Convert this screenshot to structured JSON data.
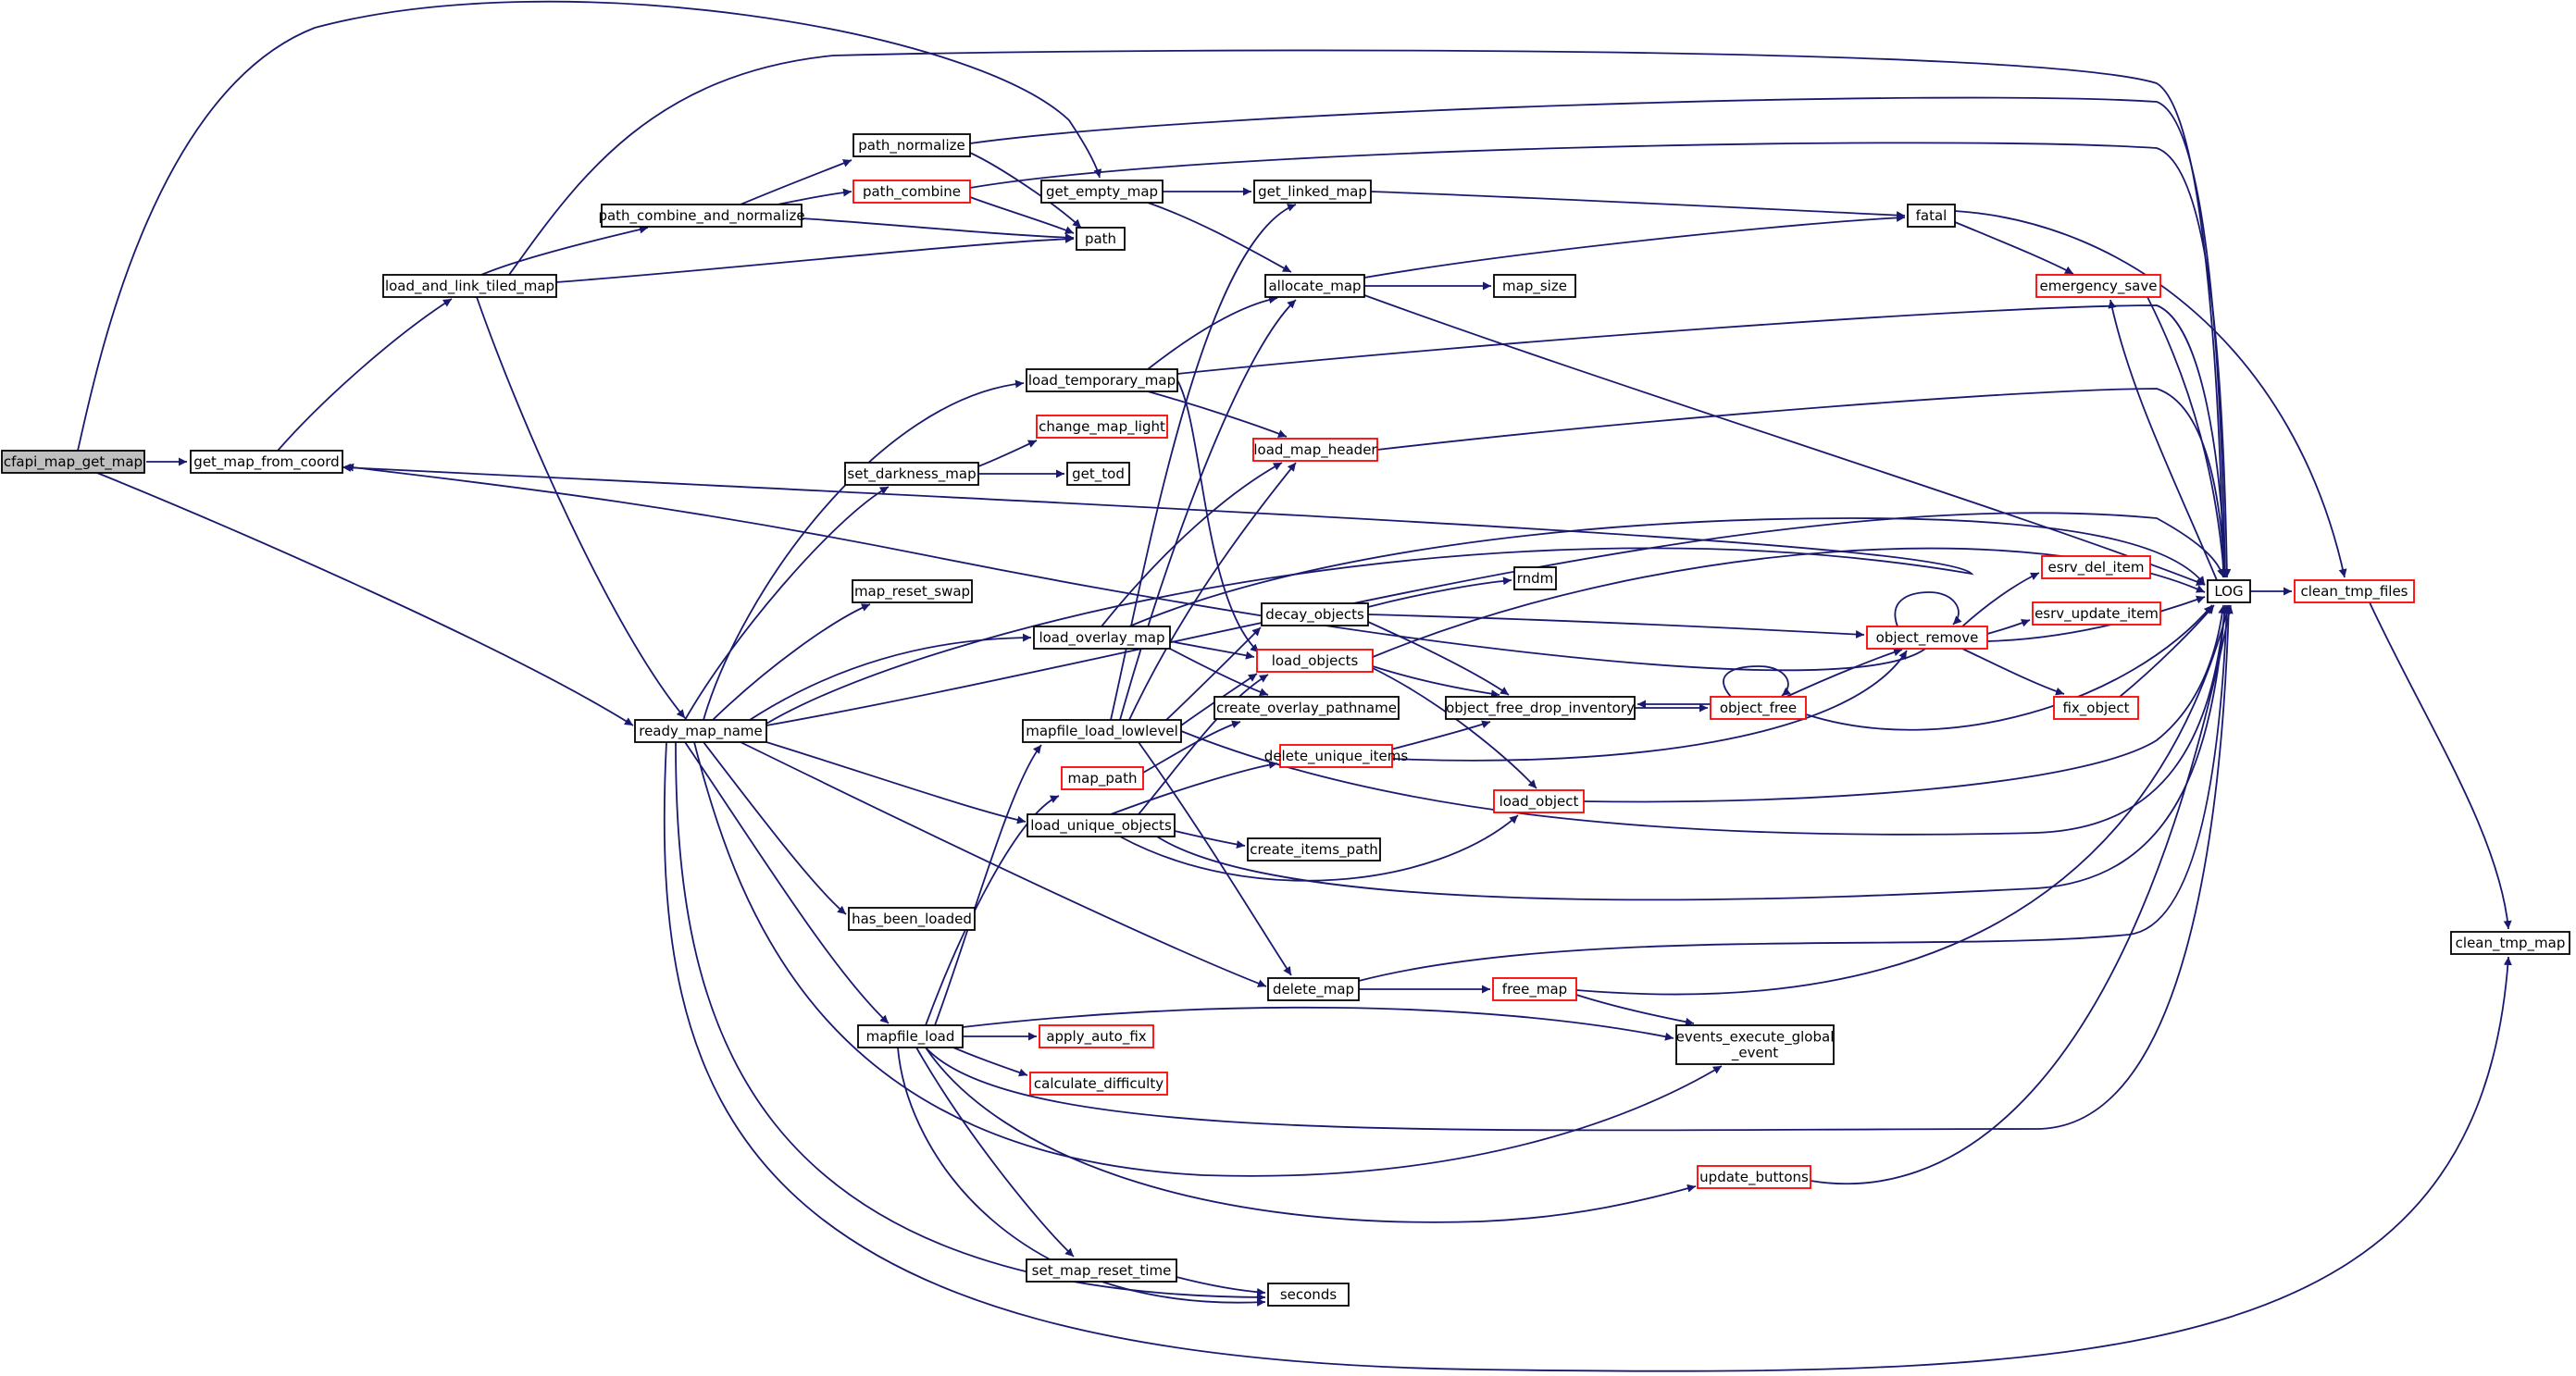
{
  "colors": {
    "edge": "#191970",
    "text": "#000000",
    "normal_border": "#000000",
    "truncated_border": "#ff0000",
    "root_fill": "#bfbfbf",
    "node_fill": "#ffffff"
  },
  "nodes": [
    {
      "id": "cfapi",
      "label": "cfapi_map_get_map",
      "kind": "root"
    },
    {
      "id": "gmfc",
      "label": "get_map_from_coord",
      "kind": "normal"
    },
    {
      "id": "lltm",
      "label": "load_and_link_tiled_map",
      "kind": "normal"
    },
    {
      "id": "pcan",
      "label": "path_combine_and_normalize",
      "kind": "normal"
    },
    {
      "id": "pnorm",
      "label": "path_normalize",
      "kind": "normal"
    },
    {
      "id": "pcomb",
      "label": "path_combine",
      "kind": "truncated"
    },
    {
      "id": "path",
      "label": "path",
      "kind": "normal"
    },
    {
      "id": "gem",
      "label": "get_empty_map",
      "kind": "normal"
    },
    {
      "id": "glm",
      "label": "get_linked_map",
      "kind": "normal"
    },
    {
      "id": "alloc",
      "label": "allocate_map",
      "kind": "normal"
    },
    {
      "id": "msize",
      "label": "map_size",
      "kind": "normal"
    },
    {
      "id": "fatal",
      "label": "fatal",
      "kind": "normal"
    },
    {
      "id": "esave",
      "label": "emergency_save",
      "kind": "truncated"
    },
    {
      "id": "ltm",
      "label": "load_temporary_map",
      "kind": "normal"
    },
    {
      "id": "cml",
      "label": "change_map_light",
      "kind": "truncated"
    },
    {
      "id": "lmh",
      "label": "load_map_header",
      "kind": "truncated"
    },
    {
      "id": "sdm",
      "label": "set_darkness_map",
      "kind": "normal"
    },
    {
      "id": "gtod",
      "label": "get_tod",
      "kind": "normal"
    },
    {
      "id": "rmn",
      "label": "ready_map_name",
      "kind": "normal"
    },
    {
      "id": "mrs",
      "label": "map_reset_swap",
      "kind": "normal"
    },
    {
      "id": "lom",
      "label": "load_overlay_map",
      "kind": "normal"
    },
    {
      "id": "decay",
      "label": "decay_objects",
      "kind": "normal"
    },
    {
      "id": "rndm",
      "label": "rndm",
      "kind": "normal"
    },
    {
      "id": "lobjs",
      "label": "load_objects",
      "kind": "truncated"
    },
    {
      "id": "cop",
      "label": "create_overlay_pathname",
      "kind": "normal"
    },
    {
      "id": "mll",
      "label": "mapfile_load_lowlevel",
      "kind": "normal"
    },
    {
      "id": "ofdi",
      "label": "object_free_drop_inventory",
      "kind": "normal"
    },
    {
      "id": "ofree",
      "label": "object_free",
      "kind": "truncated"
    },
    {
      "id": "orem",
      "label": "object_remove",
      "kind": "truncated"
    },
    {
      "id": "edi",
      "label": "esrv_del_item",
      "kind": "truncated"
    },
    {
      "id": "eui",
      "label": "esrv_update_item",
      "kind": "truncated"
    },
    {
      "id": "fixo",
      "label": "fix_object",
      "kind": "truncated"
    },
    {
      "id": "log",
      "label": "LOG",
      "kind": "normal"
    },
    {
      "id": "ctf",
      "label": "clean_tmp_files",
      "kind": "truncated"
    },
    {
      "id": "ctm",
      "label": "clean_tmp_map",
      "kind": "normal"
    },
    {
      "id": "mpath",
      "label": "map_path",
      "kind": "truncated"
    },
    {
      "id": "dui",
      "label": "delete_unique_items",
      "kind": "truncated"
    },
    {
      "id": "lobj",
      "label": "load_object",
      "kind": "truncated"
    },
    {
      "id": "luo",
      "label": "load_unique_objects",
      "kind": "normal"
    },
    {
      "id": "cip",
      "label": "create_items_path",
      "kind": "normal"
    },
    {
      "id": "hbl",
      "label": "has_been_loaded",
      "kind": "normal"
    },
    {
      "id": "dmap",
      "label": "delete_map",
      "kind": "normal"
    },
    {
      "id": "fmap",
      "label": "free_map",
      "kind": "truncated"
    },
    {
      "id": "mload",
      "label": "mapfile_load",
      "kind": "normal"
    },
    {
      "id": "aaf",
      "label": "apply_auto_fix",
      "kind": "truncated"
    },
    {
      "id": "cdiff",
      "label": "calculate_difficulty",
      "kind": "truncated"
    },
    {
      "id": "eeg",
      "label": "events_execute_global\n_event",
      "kind": "normal"
    },
    {
      "id": "ubtn",
      "label": "update_buttons",
      "kind": "truncated"
    },
    {
      "id": "smrt",
      "label": "set_map_reset_time",
      "kind": "normal"
    },
    {
      "id": "secs",
      "label": "seconds",
      "kind": "normal"
    }
  ]
}
